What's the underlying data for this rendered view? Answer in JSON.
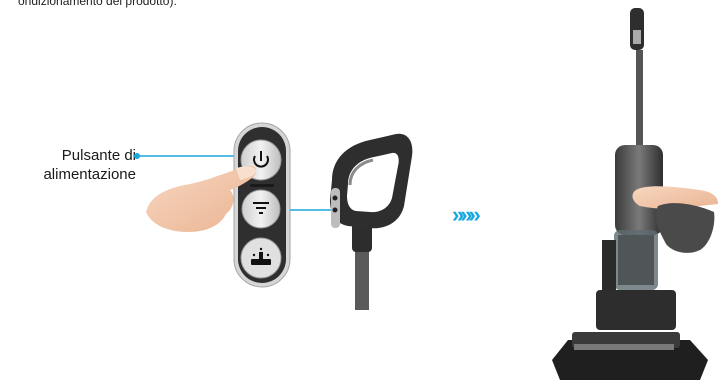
{
  "top_fragment": "ondizionamento del prodotto).",
  "callout": {
    "line1": "Pulsante di",
    "line2": "alimentazione"
  },
  "arrows": "»»»",
  "colors": {
    "accent": "#1aa7de",
    "device_dark": "#2b2b2b",
    "skin": "#f3c8ab"
  },
  "icons": [
    "power-icon",
    "filter-icon",
    "self-clean-icon"
  ]
}
